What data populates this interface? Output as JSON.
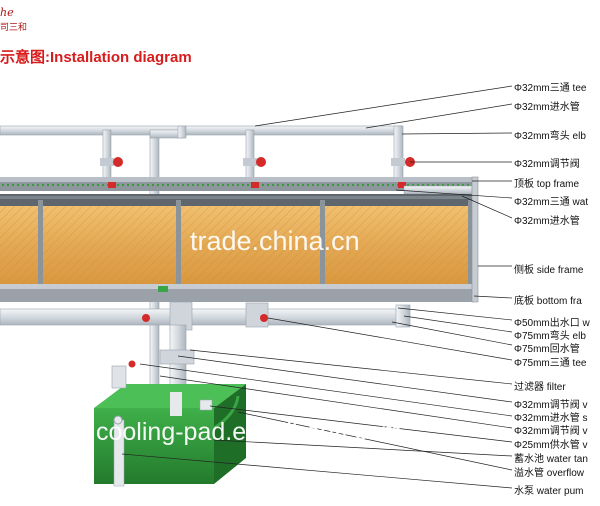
{
  "header": {
    "brand_fragment": "he",
    "brand_cn_fragment": "司三和",
    "title": "示意图:Installation diagram"
  },
  "callouts": [
    {
      "id": "c1",
      "text": "Φ32mm三通 tee"
    },
    {
      "id": "c2",
      "text": "Φ32mm进水管"
    },
    {
      "id": "c3",
      "text": "Φ32mm弯头 elb"
    },
    {
      "id": "c4",
      "text": "Φ32mm调节阀"
    },
    {
      "id": "c5",
      "text": "顶板 top frame"
    },
    {
      "id": "c6",
      "text": "Φ32mm三通 wat"
    },
    {
      "id": "c7",
      "text": "Φ32mm进水管"
    },
    {
      "id": "c8",
      "text": "侧板 side frame"
    },
    {
      "id": "c9",
      "text": "底板 bottom fra"
    },
    {
      "id": "c10",
      "text": "Φ50mm出水口 w"
    },
    {
      "id": "c11",
      "text": "Φ75mm弯头 elb"
    },
    {
      "id": "c12",
      "text": "Φ75mm回水管"
    },
    {
      "id": "c13",
      "text": "Φ75mm三通 tee"
    },
    {
      "id": "c14",
      "text": "过滤器 filter"
    },
    {
      "id": "c15",
      "text": "Φ32mm调节阀 v"
    },
    {
      "id": "c16",
      "text": "Φ32mm进水管 s"
    },
    {
      "id": "c17",
      "text": "Φ32mm调节阀 v"
    },
    {
      "id": "c18",
      "text": "Φ25mm供水管 v"
    },
    {
      "id": "c19",
      "text": "蓄水池 water tan"
    },
    {
      "id": "c20",
      "text": "溢水管 overflow"
    },
    {
      "id": "c21",
      "text": "水泵 water pum"
    }
  ],
  "watermarks": {
    "trade": "trade.china.cn",
    "alibaba": "cooling-pad.en.alibaba.com"
  },
  "colors": {
    "title": "#d81b1b",
    "pad": "#e0a85a",
    "pipe": "#d8dde2",
    "valve": "#d42a2a",
    "tank": "#2f9a3a",
    "frame": "#9aa3ad"
  }
}
